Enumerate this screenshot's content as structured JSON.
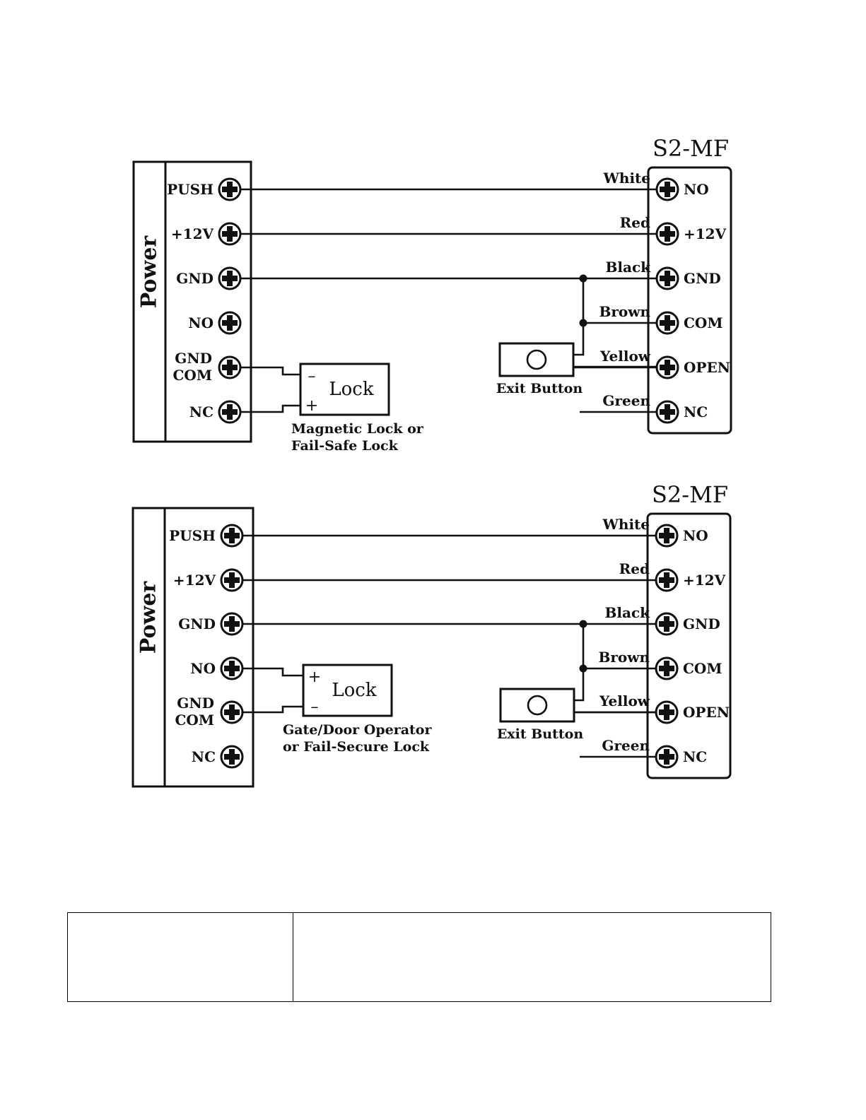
{
  "diagrams": [
    {
      "device_title": "S2-MF",
      "power_title": "Power",
      "power_terminals": [
        "PUSH",
        "+12V",
        "GND",
        "NO",
        "GND\nCOM",
        "NC"
      ],
      "device_terminals": [
        "NO",
        "+12V",
        "GND",
        "COM",
        "OPEN",
        "NC"
      ],
      "wires": [
        "White",
        "Red",
        "Black",
        "Brown",
        "Yellow",
        "Green"
      ],
      "lock": {
        "label": "Lock",
        "top_sign": "–",
        "bottom_sign": "+",
        "connected_terminals": [
          "GND\nCOM",
          "NC"
        ]
      },
      "lock_caption": [
        "Magnetic Lock or",
        "Fail-Safe Lock"
      ],
      "exit_button_label": "Exit Button"
    },
    {
      "device_title": "S2-MF",
      "power_title": "Power",
      "power_terminals": [
        "PUSH",
        "+12V",
        "GND",
        "NO",
        "GND\nCOM",
        "NC"
      ],
      "device_terminals": [
        "NO",
        "+12V",
        "GND",
        "COM",
        "OPEN",
        "NC"
      ],
      "wires": [
        "White",
        "Red",
        "Black",
        "Brown",
        "Yellow",
        "Green"
      ],
      "lock": {
        "label": "Lock",
        "top_sign": "+",
        "bottom_sign": "–",
        "connected_terminals": [
          "NO",
          "GND\nCOM"
        ]
      },
      "lock_caption": [
        "Gate/Door Operator",
        "or Fail-Secure Lock"
      ],
      "exit_button_label": "Exit Button"
    }
  ],
  "table": {
    "rows": [
      [
        "",
        ""
      ]
    ]
  }
}
